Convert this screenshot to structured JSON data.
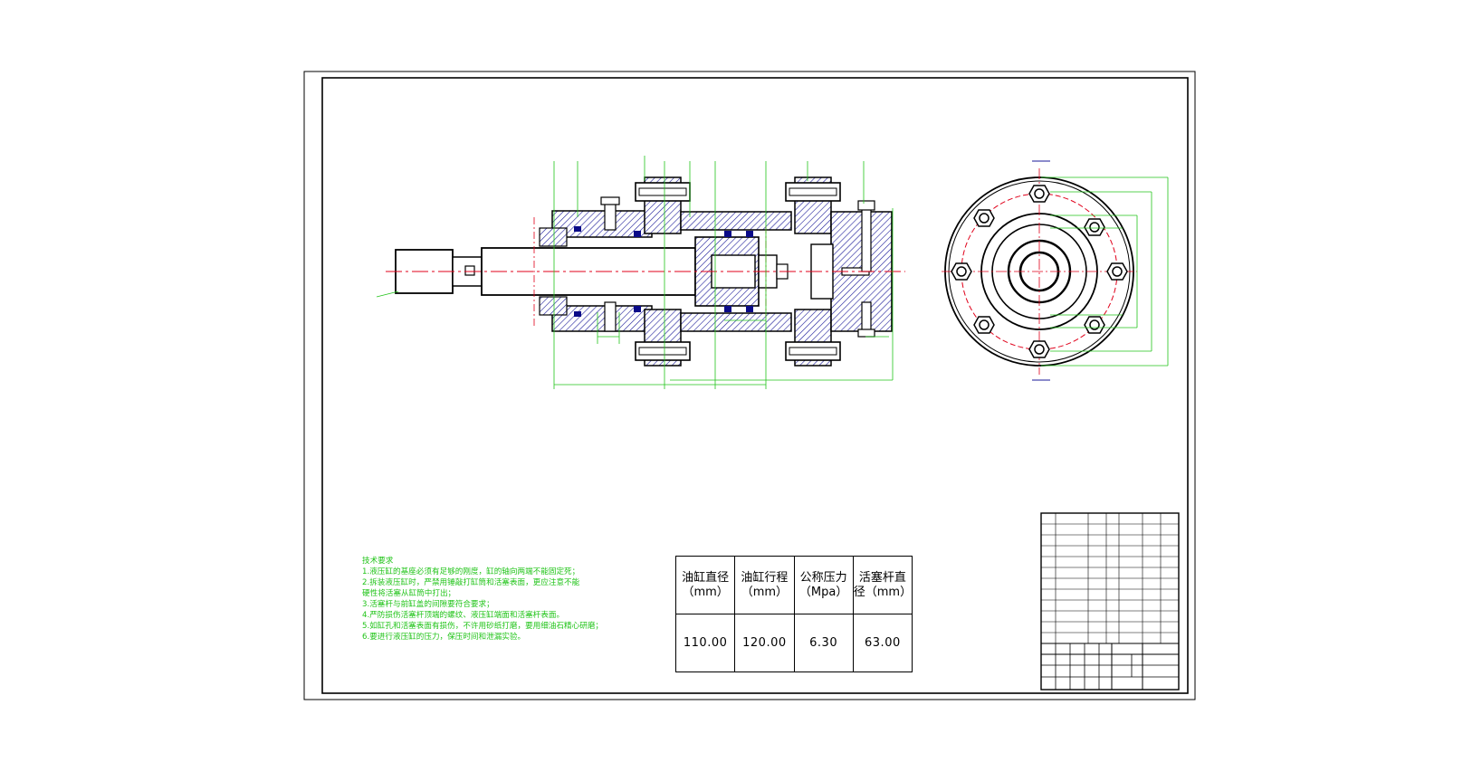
{
  "technical_requirements": {
    "heading": "技术要求",
    "items": [
      "1.液压缸的基座必须有足够的刚度，缸的轴向两端不能固定死；",
      "2.拆装液压缸时，严禁用锤敲打缸筒和活塞表面，更应注意不能",
      "硬性将活塞从缸筒中打出；",
      "3.活塞杆与前缸盖的间隙要符合要求；",
      "4.严防损伤活塞杆顶端的螺纹、液压缸端面和活塞杆表面。",
      "5.如缸孔和活塞表面有损伤，不许用砂纸打磨，要用细油石精心研磨；",
      "6.要进行液压缸的压力，保压时间和泄漏实验。"
    ]
  },
  "parameters_table": {
    "headers": [
      "油缸直径\n（mm）",
      "油缸行程\n（mm）",
      "公称压力\n（Mpa）",
      "活塞杆直\n径（mm）"
    ],
    "values": [
      "110.00",
      "120.00",
      "6.30",
      "63.00"
    ]
  },
  "colors": {
    "outline": "#000000",
    "dimension": "#22c41a",
    "centerline": "#e0001a",
    "hatch": "#1a1a99",
    "seal": "#0a0a88"
  }
}
